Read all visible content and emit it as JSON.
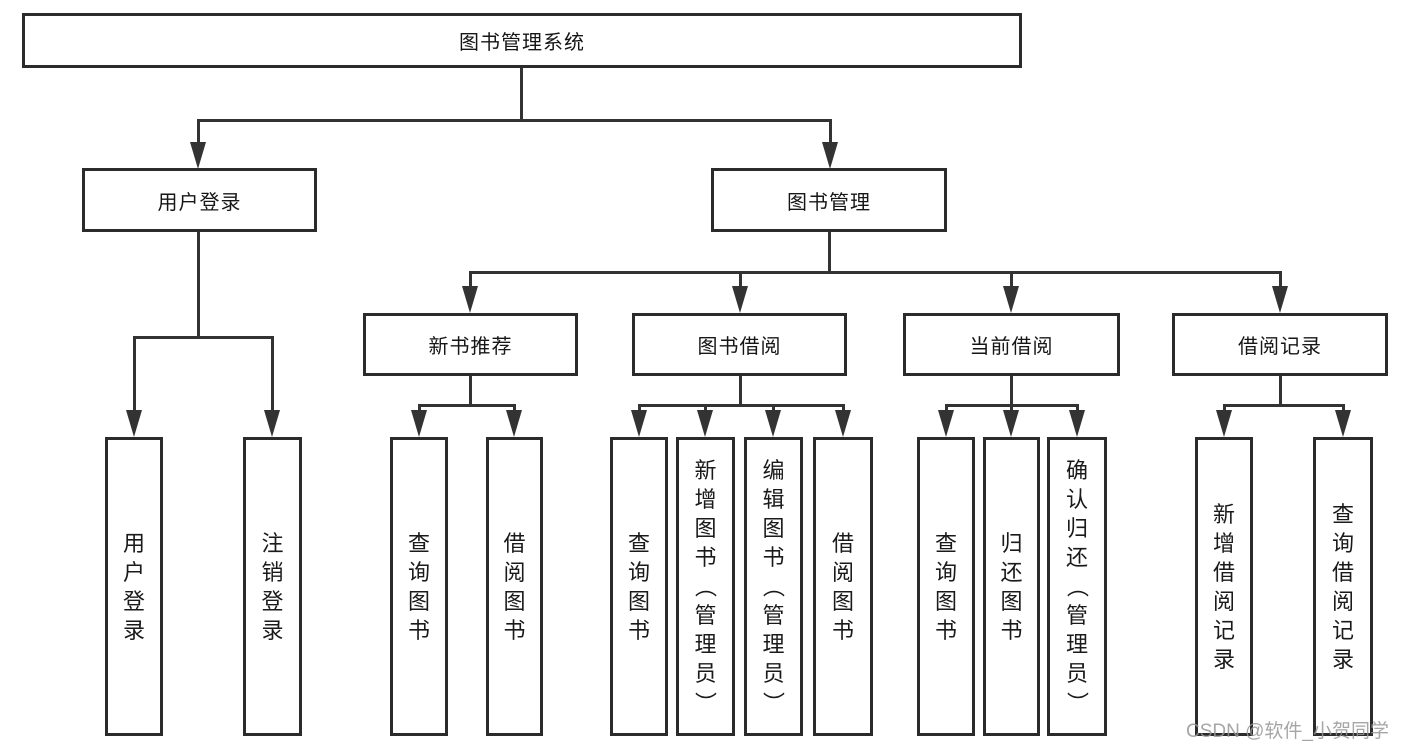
{
  "diagram": {
    "title": "图书管理系统",
    "root": {
      "label": "图书管理系统"
    },
    "level2": [
      {
        "label": "用户登录"
      },
      {
        "label": "图书管理"
      }
    ],
    "level3": [
      {
        "label": "新书推荐"
      },
      {
        "label": "图书借阅"
      },
      {
        "label": "当前借阅"
      },
      {
        "label": "借阅记录"
      }
    ],
    "leaves": {
      "user_login": [
        "用户登录",
        "注销登录"
      ],
      "new_book_recommend": [
        "查询图书",
        "借阅图书"
      ],
      "book_borrow": [
        "查询图书",
        "新增图书（管理员）",
        "编辑图书（管理员）",
        "借阅图书"
      ],
      "current_borrow": [
        "查询图书",
        "归还图书",
        "确认归还（管理员）"
      ],
      "borrow_records": [
        "新增借阅记录",
        "查询借阅记录"
      ]
    }
  },
  "watermark": {
    "text": "CSDN @软件_小贺同学"
  },
  "colors": {
    "line": "#333333",
    "box_border": "#2b2b2b",
    "box_fill": "#ffffff",
    "text": "#161616",
    "watermark": "#969696",
    "background": "#ffffff"
  }
}
